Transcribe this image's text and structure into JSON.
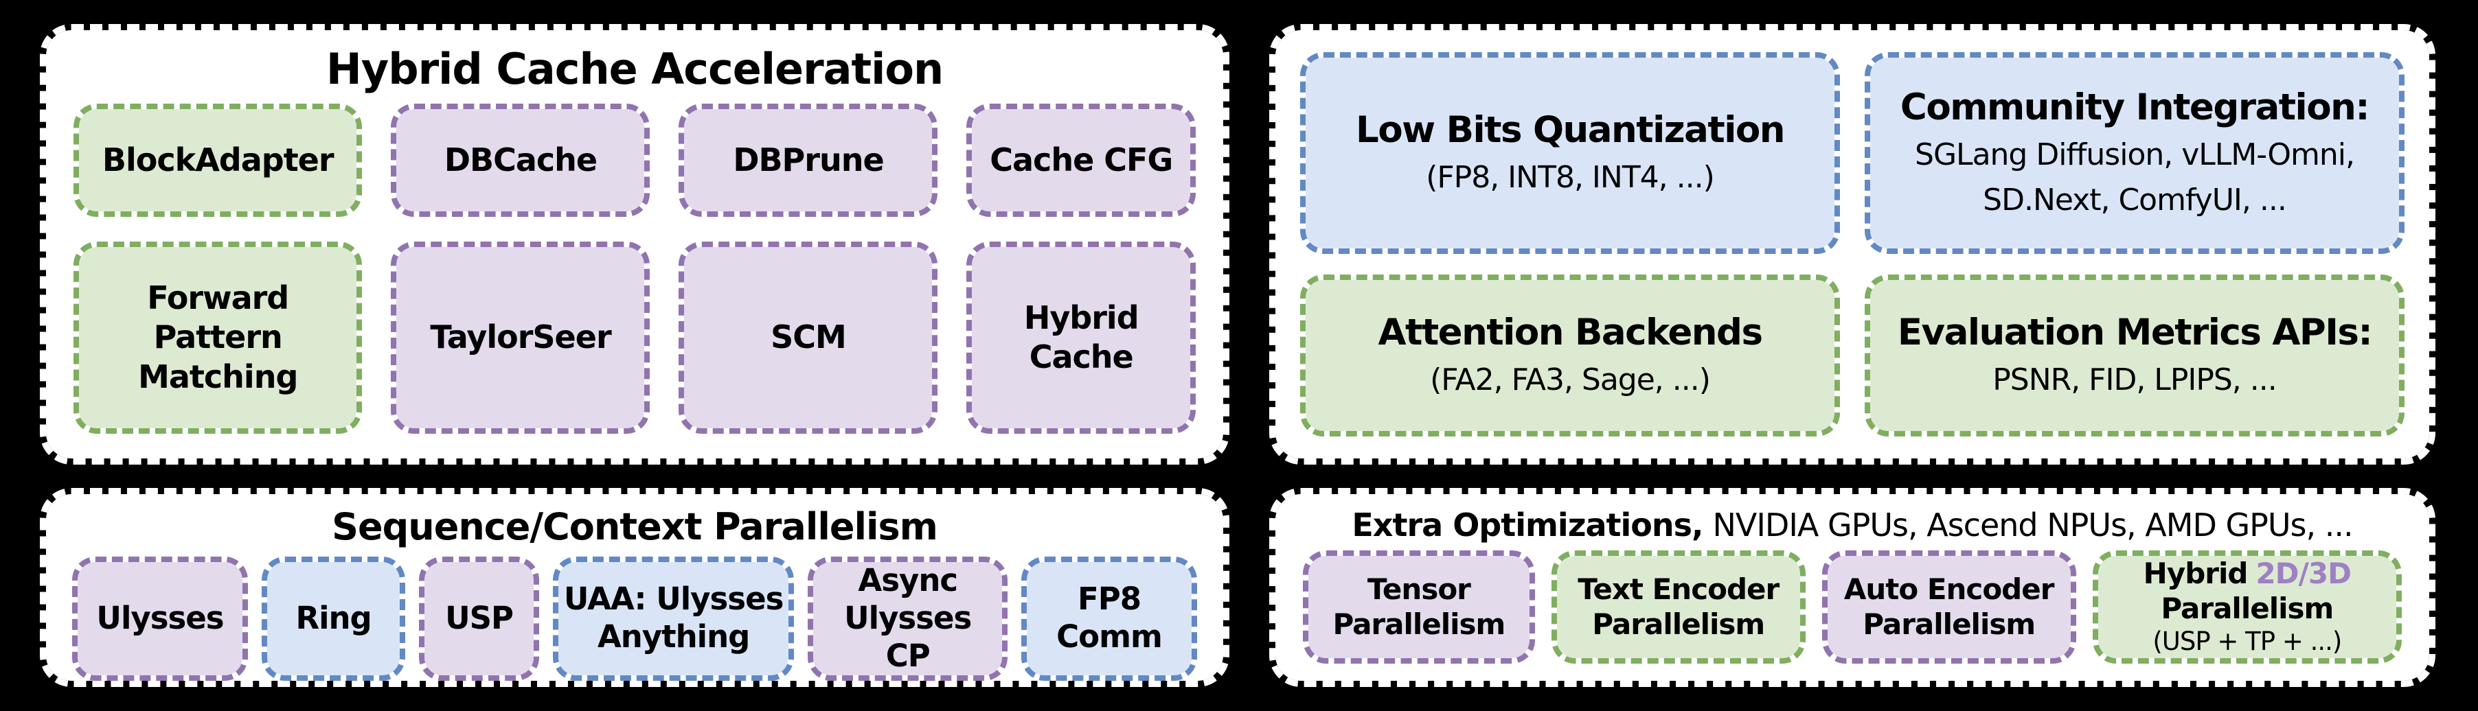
{
  "colors": {
    "background": "#000000",
    "panel": "#ffffff",
    "text": "#000000",
    "purple_fill": "#e3daec",
    "purple_border": "#9174ae",
    "blue_fill": "#d9e5f7",
    "blue_border": "#6289c4",
    "green_fill": "#dcead2",
    "green_border": "#80ae60",
    "accent_2d3d": "#9f80c3"
  },
  "hybrid_cache": {
    "title": "Hybrid Cache Acceleration",
    "boxes": [
      {
        "label": "BlockAdapter",
        "color": "green"
      },
      {
        "label": "DBCache",
        "color": "purple"
      },
      {
        "label": "DBPrune",
        "color": "purple"
      },
      {
        "label": "Cache CFG",
        "color": "purple"
      },
      {
        "label": "Forward Pattern Matching",
        "color": "green"
      },
      {
        "label": "TaylorSeer",
        "color": "purple"
      },
      {
        "label": "SCM",
        "color": "purple"
      },
      {
        "label": "Hybrid Cache",
        "color": "purple"
      }
    ]
  },
  "capabilities": {
    "low_bits": {
      "title": "Low Bits Quantization",
      "subtitle": "(FP8, INT8, INT4, ...)",
      "color": "blue"
    },
    "community": {
      "title": "Community Integration:",
      "line1": "SGLang Diffusion, vLLM-Omni,",
      "line2": "SD.Next, ComfyUI, ...",
      "color": "blue"
    },
    "attention": {
      "title": "Attention Backends",
      "subtitle": "(FA2, FA3, Sage, ...)",
      "color": "green"
    },
    "evaluation": {
      "title": "Evaluation Metrics APIs:",
      "subtitle": "PSNR, FID, LPIPS, ...",
      "color": "green"
    }
  },
  "sequence_parallelism": {
    "title": "Sequence/Context Parallelism",
    "boxes": [
      {
        "label": "Ulysses",
        "color": "purple"
      },
      {
        "label": "Ring",
        "color": "blue"
      },
      {
        "label": "USP",
        "color": "purple"
      },
      {
        "label": "UAA: Ulysses Anything",
        "color": "blue"
      },
      {
        "label": "Async Ulysses CP",
        "color": "purple"
      },
      {
        "label": "FP8 Comm",
        "color": "blue"
      }
    ]
  },
  "extra_optimizations": {
    "title_bold": "Extra Optimizations,",
    "title_rest": "NVIDIA GPUs, Ascend NPUs, AMD GPUs, ...",
    "boxes": [
      {
        "label": "Tensor Parallelism",
        "color": "purple"
      },
      {
        "label": "Text Encoder Parallelism",
        "color": "green"
      },
      {
        "label": "Auto Encoder Parallelism",
        "color": "purple"
      },
      {
        "word": "Hybrid",
        "accent": "2D/3D",
        "word2": "Parallelism",
        "sub": "(USP + TP + ...)",
        "color": "green"
      }
    ]
  }
}
